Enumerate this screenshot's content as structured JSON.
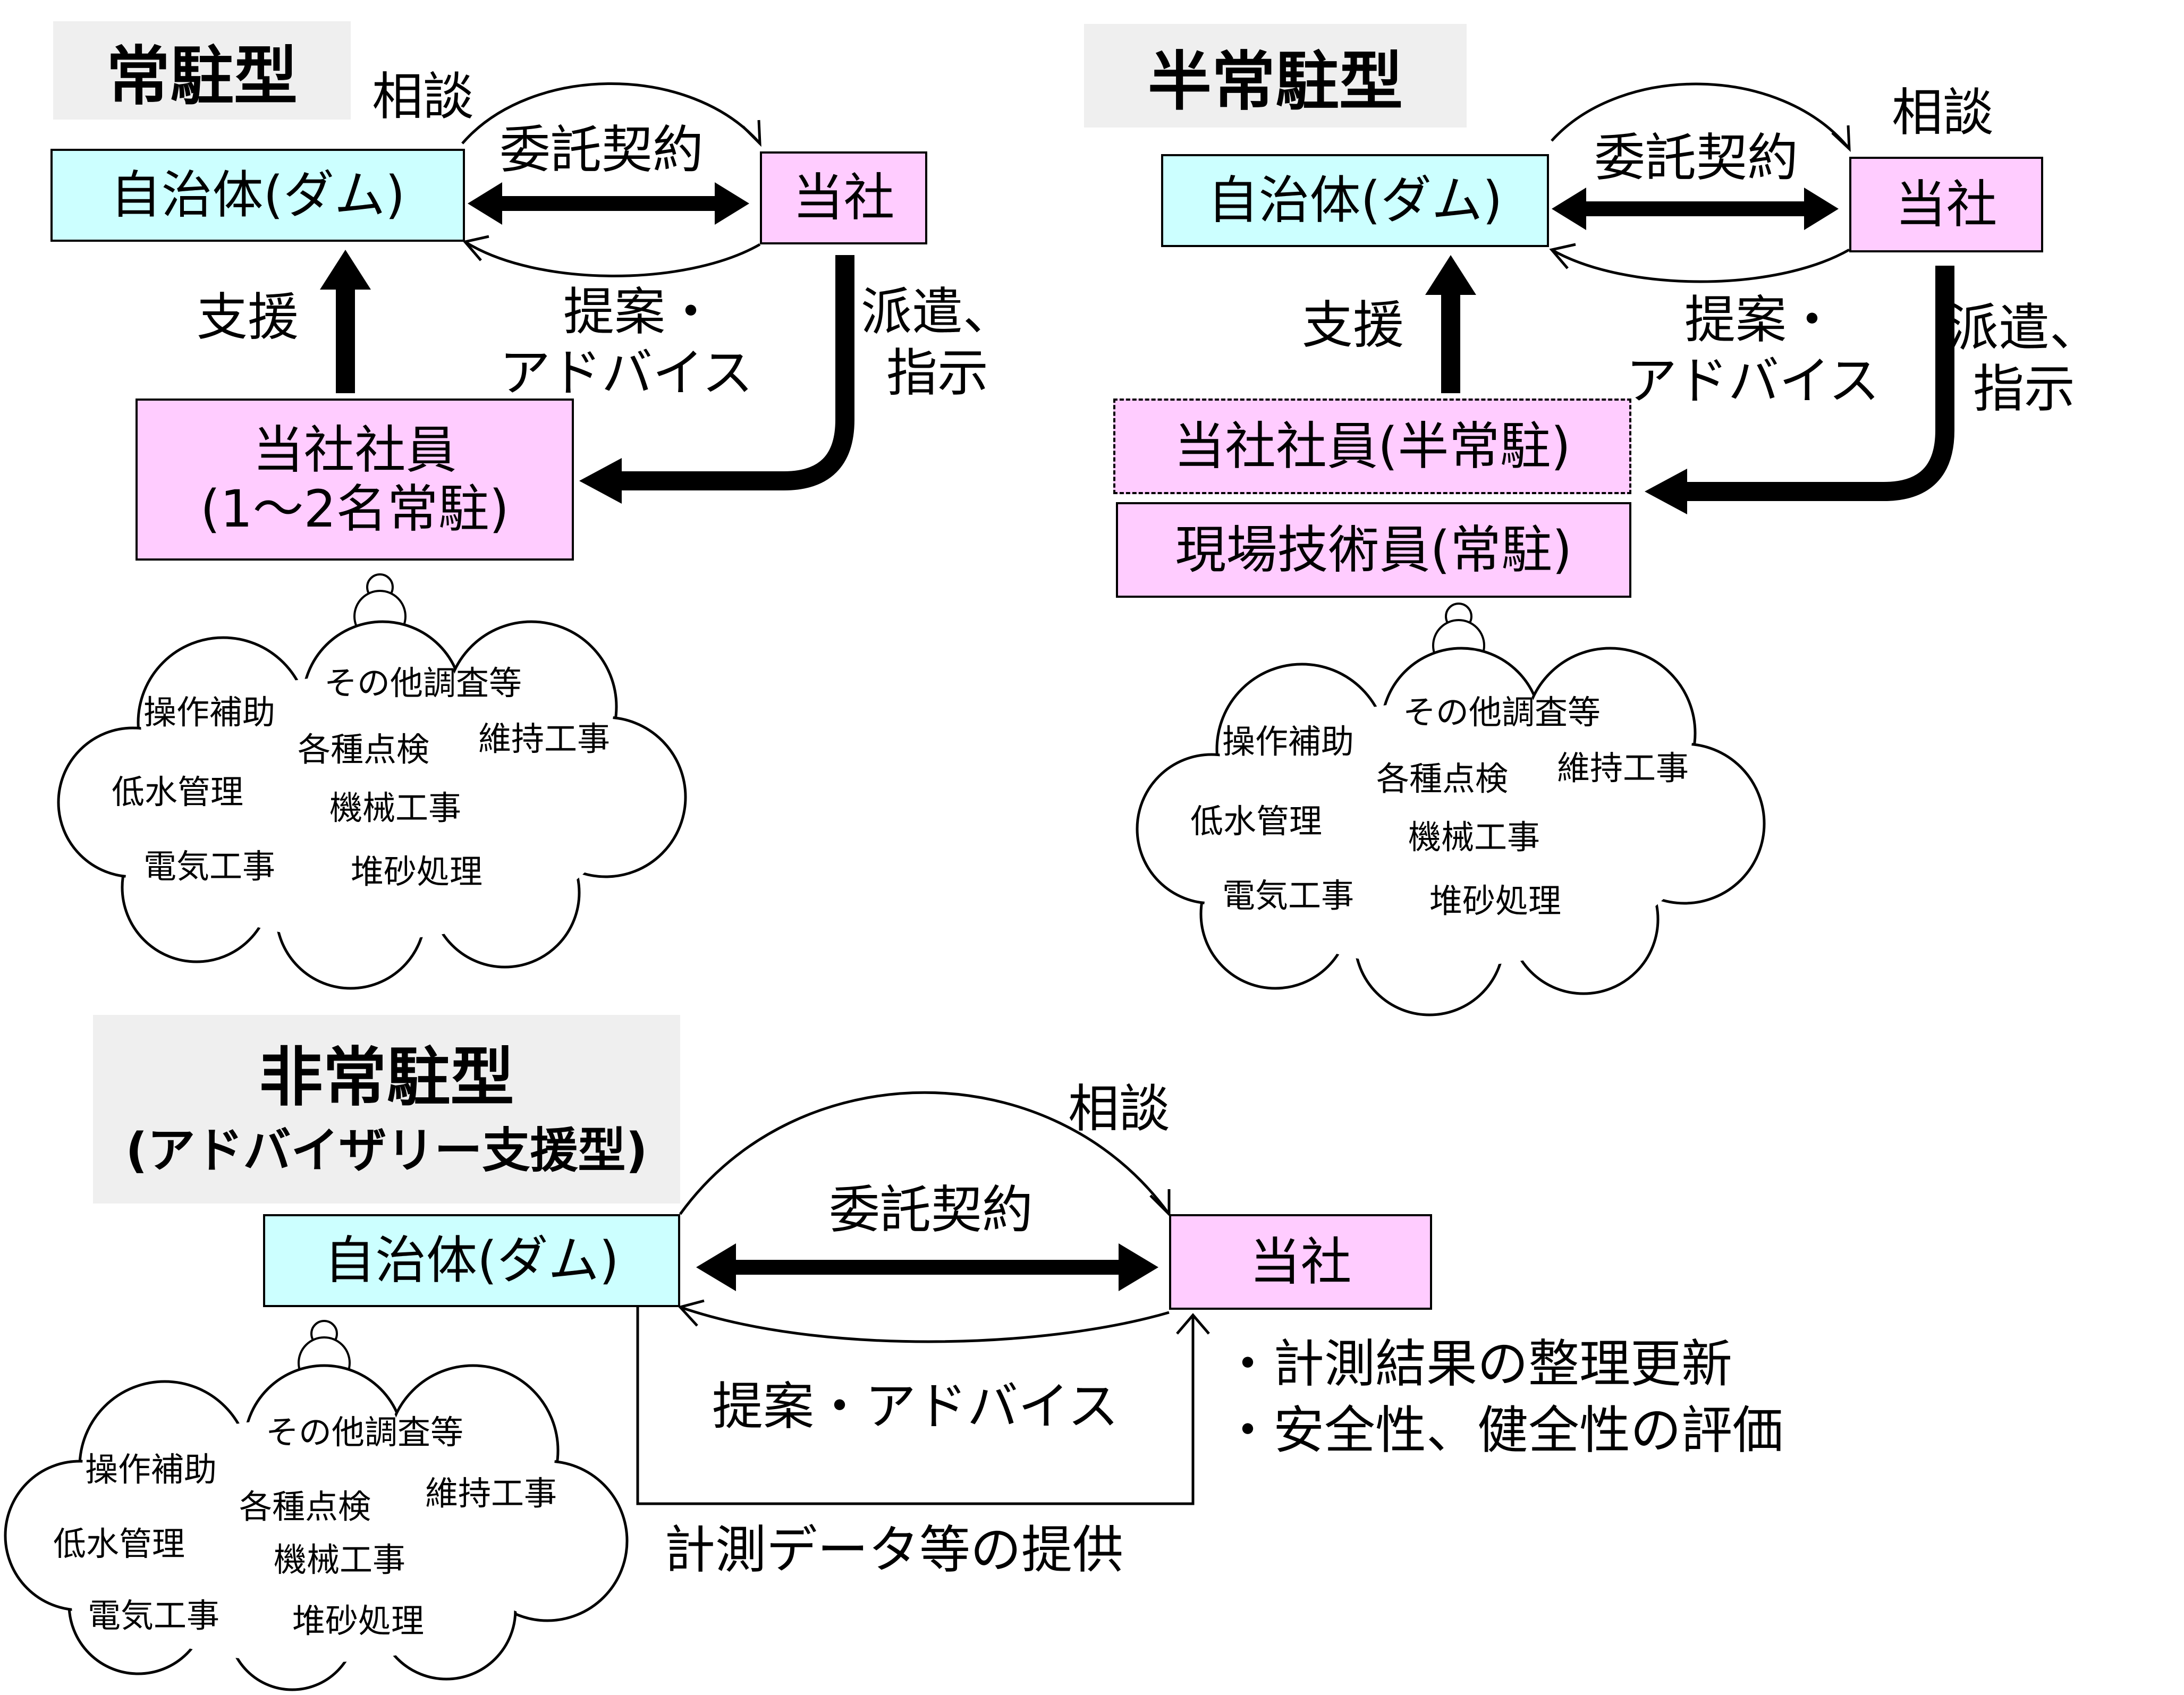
{
  "sections": {
    "resident": {
      "title": "常駐型",
      "client": "自治体(ダム)",
      "company": "当社",
      "staff_line1": "当社社員",
      "staff_line2": "(1～2名常駐)",
      "label_consult": "相談",
      "label_contract": "委託契約",
      "label_proposal_1": "提案・",
      "label_proposal_2": "アドバイス",
      "label_dispatch_1": "派遣、",
      "label_dispatch_2": "指示",
      "label_support": "支援"
    },
    "semi": {
      "title": "半常駐型",
      "client": "自治体(ダム)",
      "company": "当社",
      "staff": "当社社員(半常駐)",
      "engineer": "現場技術員(常駐)",
      "label_consult": "相談",
      "label_contract": "委託契約",
      "label_proposal_1": "提案・",
      "label_proposal_2": "アドバイス",
      "label_dispatch_1": "派遣、",
      "label_dispatch_2": "指示",
      "label_support": "支援"
    },
    "nonresident": {
      "title": "非常駐型",
      "subtitle": "(アドバイザリー支援型)",
      "client": "自治体(ダム)",
      "company": "当社",
      "label_consult": "相談",
      "label_contract": "委託契約",
      "label_proposal": "提案・アドバイス",
      "label_data": "計測データ等の提供",
      "bullet_1": "・計測結果の整理更新",
      "bullet_2": "・安全性、健全性の評価"
    }
  },
  "tasks": {
    "misc_survey": "その他調査等",
    "operation": "操作補助",
    "inspection": "各種点検",
    "maintenance": "維持工事",
    "low_water": "低水管理",
    "mechanical": "機械工事",
    "electrical": "電気工事",
    "sediment": "堆砂処理"
  },
  "colors": {
    "client_fill": "#ccffff",
    "company_fill": "#ffccff",
    "title_fill": "#efefef"
  }
}
